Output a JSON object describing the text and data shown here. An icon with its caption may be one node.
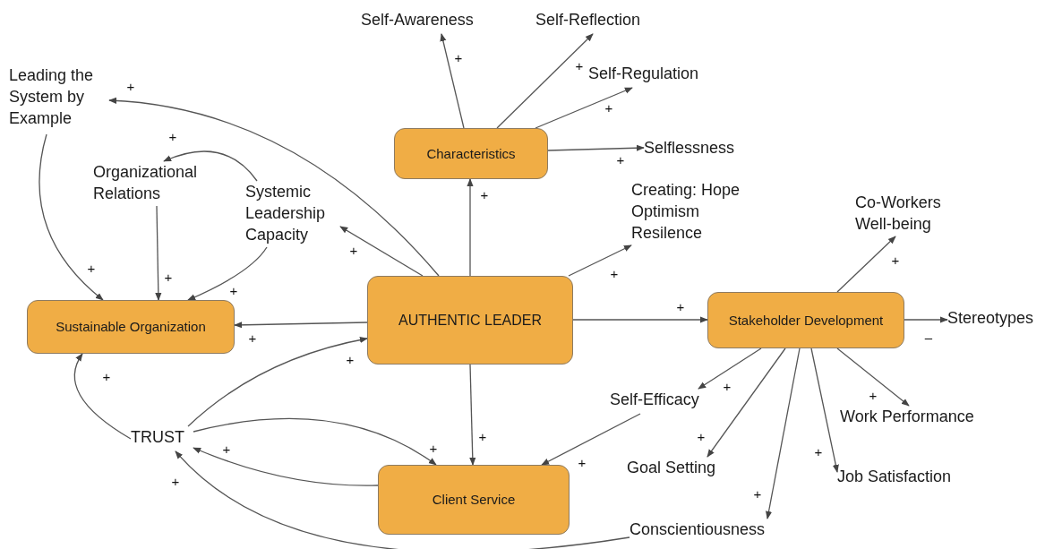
{
  "diagram": {
    "nodes": [
      {
        "text": [
          "AUTHENTIC LEADER"
        ]
      },
      {
        "text": [
          "Characteristics"
        ]
      },
      {
        "text": [
          "Sustainable Organization"
        ]
      },
      {
        "text": [
          "Stakeholder Development"
        ]
      },
      {
        "text": [
          "Client Service"
        ]
      },
      {
        "text": [
          "Self-Awareness"
        ]
      },
      {
        "text": [
          "Self-Reflection"
        ]
      },
      {
        "text": [
          "Self-Regulation"
        ]
      },
      {
        "text": [
          "Selflessness"
        ]
      },
      {
        "text": [
          "Leading the System by Example"
        ]
      },
      {
        "text": [
          "Organizational Relations"
        ]
      },
      {
        "text": [
          "Systemic Leadership Capacity"
        ]
      },
      {
        "text": [
          "Creating: Hope Optimism Resilence"
        ]
      },
      {
        "text": [
          "Co-Workers Well-being"
        ]
      },
      {
        "text": [
          "Stereotypes"
        ]
      },
      {
        "text": [
          "TRUST"
        ]
      },
      {
        "text": [
          "Self-Efficacy"
        ]
      },
      {
        "text": [
          "Work Performance"
        ]
      },
      {
        "text": [
          "Goal Setting"
        ]
      },
      {
        "text": [
          "Job Satisfaction"
        ]
      },
      {
        "text": [
          "Conscientiousness"
        ]
      }
    ],
    "edges": [
      {
        "from": 1,
        "to": 5,
        "arrow": "to",
        "label": "+"
      },
      {
        "from": 1,
        "to": 6,
        "arrow": "to",
        "label": "+"
      },
      {
        "from": 1,
        "to": 7,
        "arrow": "to",
        "label": "+"
      },
      {
        "from": 1,
        "to": 8,
        "arrow": "to",
        "label": "+"
      },
      {
        "from": 0,
        "to": 1,
        "arrow": "to",
        "label": "+"
      },
      {
        "from": 0,
        "to": 9,
        "arrow": "to",
        "label": "+"
      },
      {
        "from": 0,
        "to": 11,
        "arrow": "to",
        "label": "+"
      },
      {
        "from": 0,
        "to": 12,
        "arrow": "to",
        "label": "+"
      },
      {
        "from": 0,
        "to": 2,
        "arrow": "to",
        "label": "+"
      },
      {
        "from": 0,
        "to": 3,
        "arrow": "to",
        "label": "+"
      },
      {
        "from": 0,
        "to": 4,
        "arrow": "to",
        "label": "+"
      },
      {
        "from": 11,
        "to": 10,
        "arrow": "to",
        "label": "+"
      },
      {
        "from": 10,
        "to": 2,
        "arrow": "to",
        "label": "+"
      },
      {
        "from": 9,
        "to": 2,
        "arrow": "to",
        "label": "+"
      },
      {
        "from": 11,
        "to": 2,
        "arrow": "to",
        "label": "+"
      },
      {
        "from": 15,
        "to": 2,
        "arrow": "to",
        "label": "+"
      },
      {
        "from": 15,
        "to": 0,
        "arrow": "to",
        "label": "+"
      },
      {
        "from": 15,
        "to": 4,
        "arrow": "to",
        "label": "+"
      },
      {
        "from": 4,
        "to": 15,
        "arrow": "to",
        "label": "+"
      },
      {
        "from": 20,
        "to": 15,
        "arrow": "to",
        "label": "+"
      },
      {
        "from": 16,
        "to": 4,
        "arrow": "to",
        "label": "+"
      },
      {
        "from": 3,
        "to": 16,
        "arrow": "to",
        "label": "+"
      },
      {
        "from": 3,
        "to": 18,
        "arrow": "to",
        "label": "+"
      },
      {
        "from": 3,
        "to": 20,
        "arrow": "to",
        "label": "+"
      },
      {
        "from": 3,
        "to": 19,
        "arrow": "to",
        "label": "+"
      },
      {
        "from": 3,
        "to": 17,
        "arrow": "to",
        "label": "+"
      },
      {
        "from": 3,
        "to": 13,
        "arrow": "to",
        "label": "+"
      },
      {
        "from": 3,
        "to": 14,
        "arrow": "to",
        "label": "–"
      }
    ]
  }
}
